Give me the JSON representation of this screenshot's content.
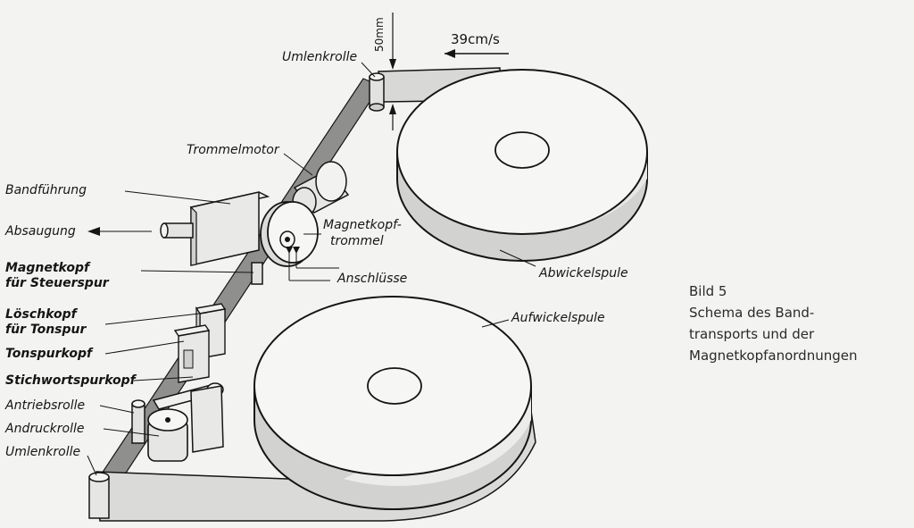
{
  "labels": {
    "umlenkrolle_top": "Umlenkrolle",
    "tape_width": "50mm",
    "tape_speed": "39cm/s",
    "trommelmotor": "Trommelmotor",
    "bandfuehrung": "Bandführung",
    "absaugung": "Absaugung",
    "magnetkopftrommel_1": "Magnetkopf-",
    "magnetkopftrommel_2": "trommel",
    "magnetkopf_steuerspur_1": "Magnetkopf",
    "magnetkopf_steuerspur_2": "für Steuerspur",
    "anschluesse": "Anschlüsse",
    "abwickelspule": "Abwickelspule",
    "aufwickelspule": "Aufwickelspule",
    "loeschkopf_1": "Löschkopf",
    "loeschkopf_2": "für Tonspur",
    "tonspurkopf": "Tonspurkopf",
    "stichwortspurkopf": "Stichwortspurkopf",
    "antriebsrolle": "Antriebsrolle",
    "andruckrolle": "Andruckrolle",
    "umlenkrolle_bottom": "Umlenkrolle"
  },
  "caption": {
    "line1": "Bild 5",
    "line2": "Schema des Band-",
    "line3": "transports und der",
    "line4": "Magnetkopfanordnungen"
  },
  "colors": {
    "ink": "#151515",
    "tape": "#9a9a98",
    "reel_face": "#f5f5f3",
    "reel_side": "#d2d2d0",
    "background": "#f3f3f1"
  }
}
